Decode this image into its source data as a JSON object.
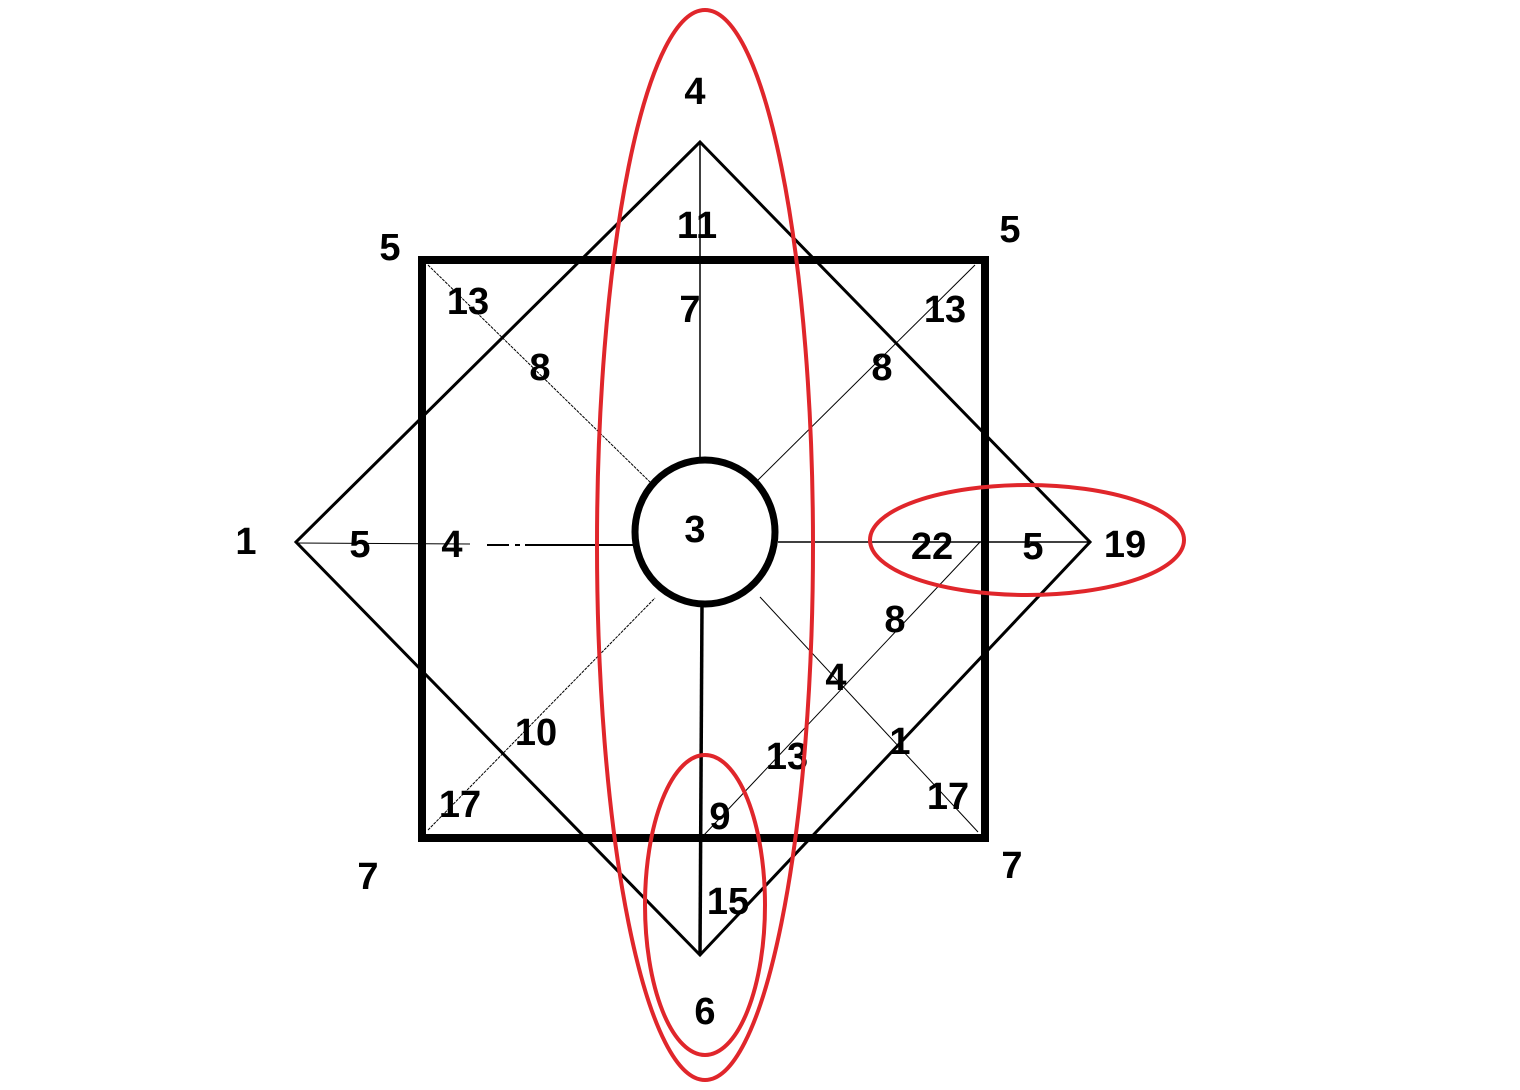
{
  "colors": {
    "lines": "#000000",
    "highlight": "#e0262b",
    "background": "#ffffff"
  },
  "labels": {
    "top_outer": "4",
    "top_11": "11",
    "top_7": "7",
    "corner_tl": "5",
    "tl_13": "13",
    "tl_8": "8",
    "corner_tr": "5",
    "tr_13": "13",
    "tr_8": "8",
    "left_outer": "1",
    "left_5": "5",
    "left_4": "4",
    "center": "3",
    "right_22": "22",
    "right_5": "5",
    "right_outer": "19",
    "br_8": "8",
    "br_4": "4",
    "bl_10": "10",
    "br_1": "1",
    "b_13": "13",
    "bl_17": "17",
    "br_17": "17",
    "b_9": "9",
    "b_15": "15",
    "corner_bl": "7",
    "corner_br": "7",
    "bottom_outer": "6"
  }
}
